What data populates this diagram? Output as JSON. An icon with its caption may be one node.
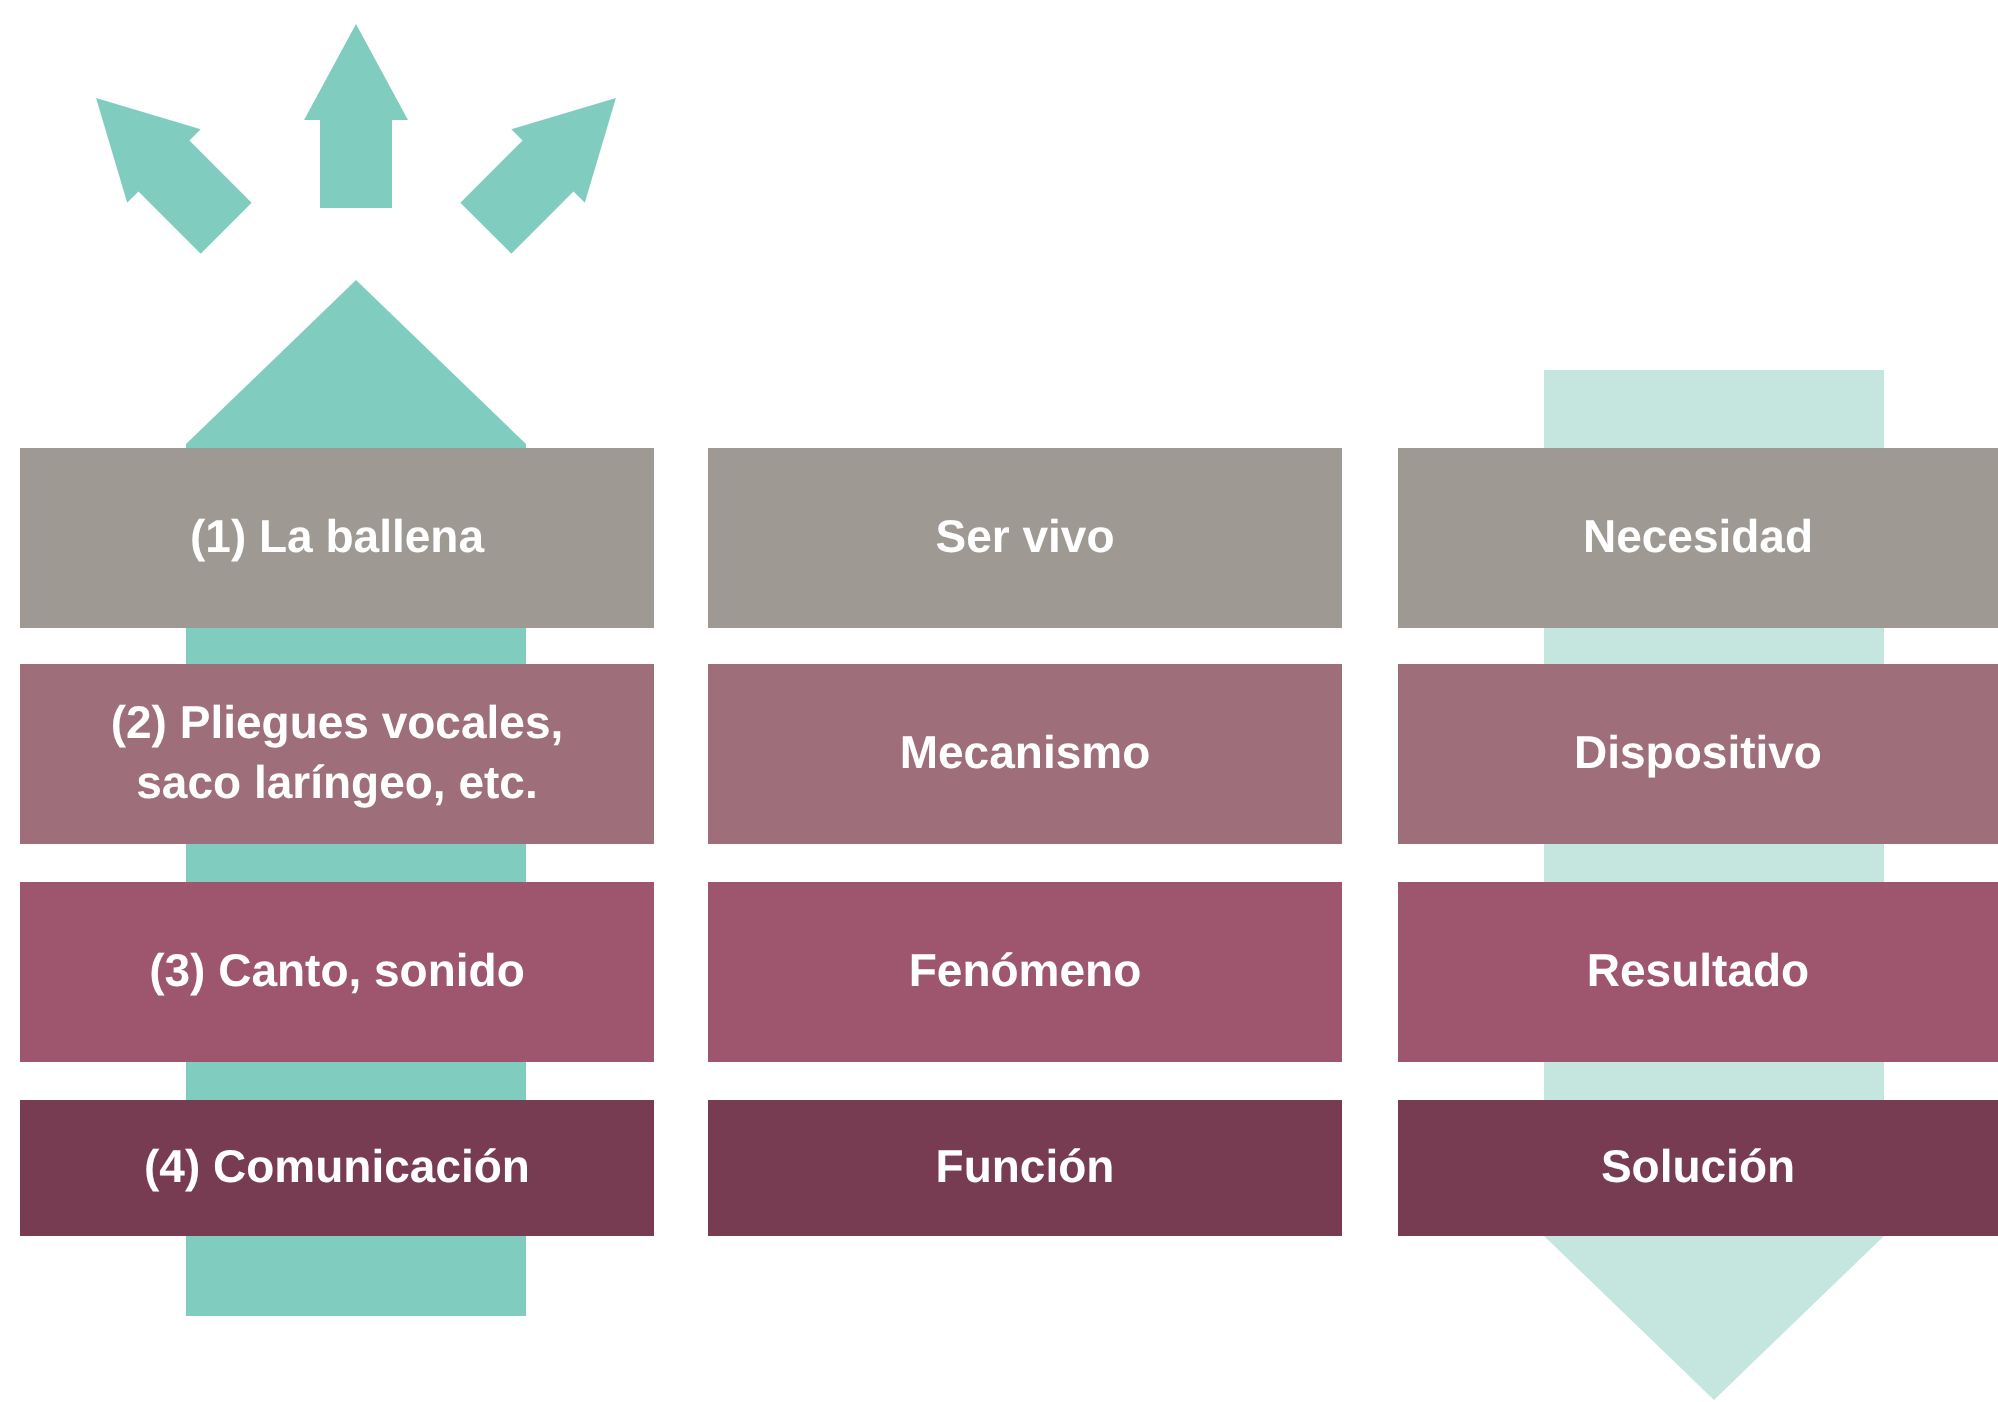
{
  "diagram": {
    "nodes": [
      {
        "text": [
          "(1) La ballena"
        ]
      },
      {
        "text": [
          "Ser vivo"
        ]
      },
      {
        "text": [
          "Necesidad"
        ]
      },
      {
        "text": [
          "(2) Pliegues vocales, saco laríngeo, etc."
        ]
      },
      {
        "text": [
          "Mecanismo"
        ]
      },
      {
        "text": [
          "Dispositivo"
        ]
      },
      {
        "text": [
          "(3) Canto, sonido"
        ]
      },
      {
        "text": [
          "Fenómeno"
        ]
      },
      {
        "text": [
          "Resultado"
        ]
      },
      {
        "text": [
          "(4) Comunicación"
        ]
      },
      {
        "text": [
          "Función"
        ]
      },
      {
        "text": [
          "Solución"
        ]
      }
    ]
  }
}
